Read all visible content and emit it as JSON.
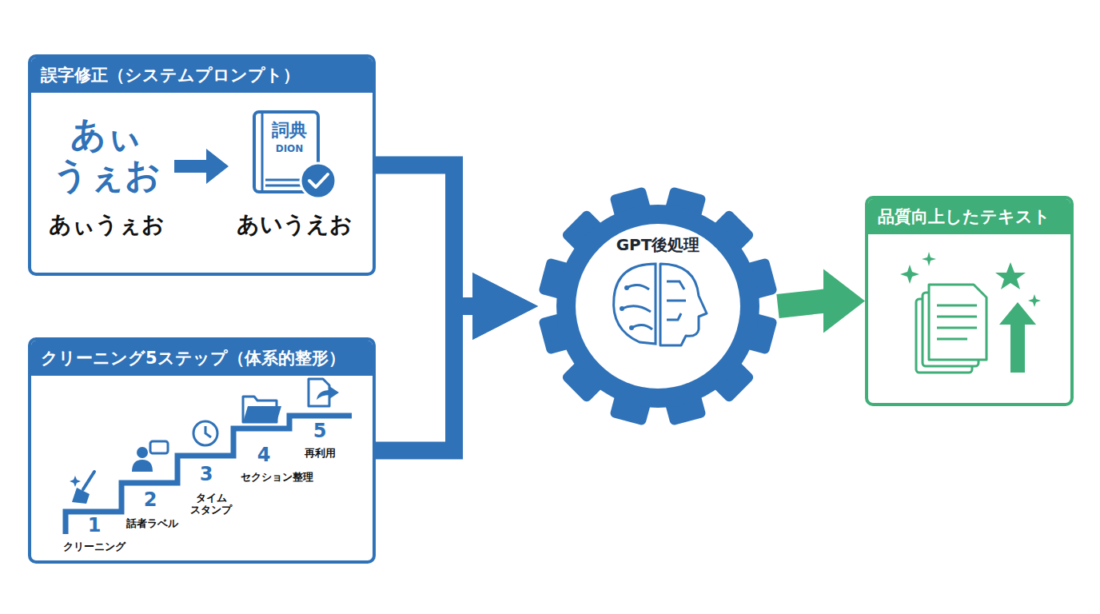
{
  "diagram": {
    "nodes": [
      {
        "text": [
          "誤字修正（システムプロンプト）"
        ]
      },
      {
        "text": [
          "クリーニング5ステップ（体系的整形）"
        ]
      },
      {
        "text": [
          "GPT後処理"
        ]
      },
      {
        "text": [
          "品質向上したテキスト"
        ]
      }
    ],
    "edges": [
      {
        "from": 0,
        "to": 2,
        "arrow": "to"
      },
      {
        "from": 1,
        "to": 2,
        "arrow": "to"
      },
      {
        "from": 2,
        "to": 3,
        "arrow": "to"
      }
    ],
    "labels": [
      "あぃ うぇお",
      "あぃうぇお",
      "詞典",
      "DION",
      "あいうえお",
      "1",
      "クリーニング",
      "2",
      "話者ラベル",
      "3",
      "タイム スタンプ",
      "4",
      "セクション整理",
      "5",
      "再利用"
    ]
  }
}
